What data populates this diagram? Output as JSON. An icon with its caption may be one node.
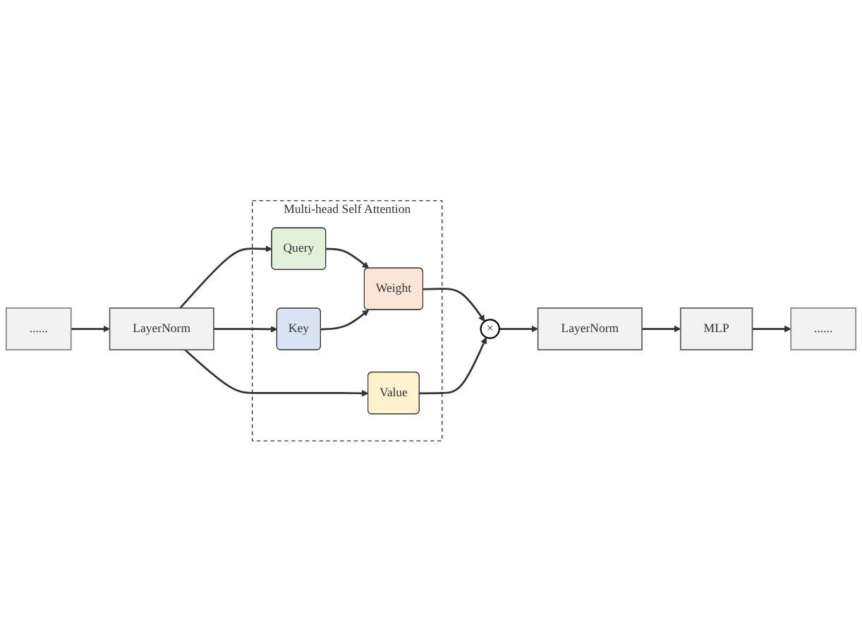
{
  "diagram": {
    "nodes": [
      {
        "text": [
          "......"
        ]
      },
      {
        "text": [
          "LayerNorm"
        ]
      },
      {
        "text": [
          "Multi-head Self Attention"
        ]
      },
      {
        "text": [
          "Query"
        ],
        "in": 2
      },
      {
        "text": [
          "Weight"
        ],
        "in": 2
      },
      {
        "text": [
          "Key"
        ],
        "in": 2
      },
      {
        "text": [
          "Value"
        ],
        "in": 2
      },
      {
        "text": [
          "×"
        ]
      },
      {
        "text": [
          "LayerNorm"
        ]
      },
      {
        "text": [
          "MLP"
        ]
      },
      {
        "text": [
          "......"
        ]
      }
    ],
    "edges": [
      {
        "from": 0,
        "to": 1,
        "arrow": "to"
      },
      {
        "from": 1,
        "to": 3,
        "arrow": "to"
      },
      {
        "from": 1,
        "to": 5,
        "arrow": "to"
      },
      {
        "from": 1,
        "to": 6,
        "arrow": "to"
      },
      {
        "from": 3,
        "to": 4,
        "arrow": "to"
      },
      {
        "from": 5,
        "to": 4,
        "arrow": "to"
      },
      {
        "from": 4,
        "to": 7,
        "arrow": "to"
      },
      {
        "from": 6,
        "to": 7,
        "arrow": "to"
      },
      {
        "from": 7,
        "to": 8,
        "arrow": "to"
      },
      {
        "from": 8,
        "to": 9,
        "arrow": "to"
      },
      {
        "from": 9,
        "to": 10,
        "arrow": "to"
      }
    ]
  }
}
